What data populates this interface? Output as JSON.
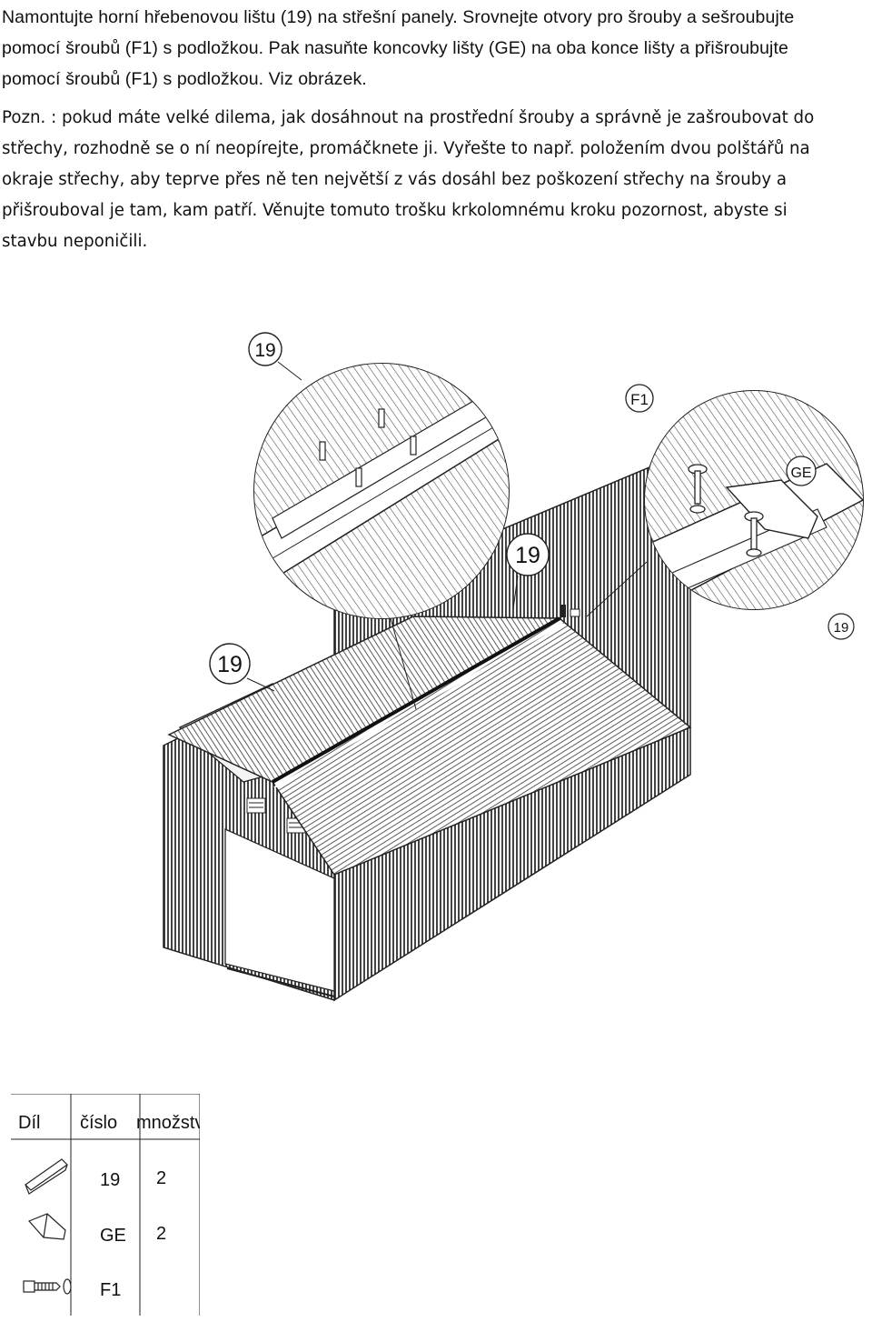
{
  "instructions": {
    "lines": [
      "Namontujte horní hřebenovou lištu (19) na střešní panely. Srovnejte otvory pro šrouby a sešroubujte",
      "pomocí šroubů (F1) s podložkou. Pak nasuňte koncovky lišty (GE) na oba konce lišty a přišroubujte",
      "pomocí šroubů (F1) s podložkou. Viz obrázek."
    ]
  },
  "note": {
    "lines": [
      "Pozn. :  pokud máte velké dilema, jak dosáhnout na prostřední šrouby a správně je zašroubovat do",
      "střechy, rozhodně se o ní neopírejte, promáčknete ji. Vyřešte to např. položením dvou polštářů na",
      "okraje střechy, aby teprve přes ně ten největší z vás dosáhl bez poškození střechy na šrouby a",
      "přišrouboval je tam, kam patří. Věnujte tomuto trošku krkolomnému kroku pozornost, abyste si",
      "stavbu neponičili."
    ]
  },
  "illustration": {
    "callouts": {
      "ridge_detail": "19",
      "screw_label": "F1",
      "end_cap_label": "GE",
      "ridge_small": "19",
      "ridge_center": "19",
      "ridge_left": "19"
    }
  },
  "parts_table": {
    "headers": [
      "Díl",
      "číslo",
      "množství"
    ],
    "rows": [
      {
        "icon": "ridge-cap-icon",
        "number": "19",
        "quantity": "2"
      },
      {
        "icon": "end-cap-icon",
        "number": "GE",
        "quantity": "2"
      },
      {
        "icon": "screw-washer-icon",
        "number": "F1",
        "quantity": ""
      }
    ]
  }
}
